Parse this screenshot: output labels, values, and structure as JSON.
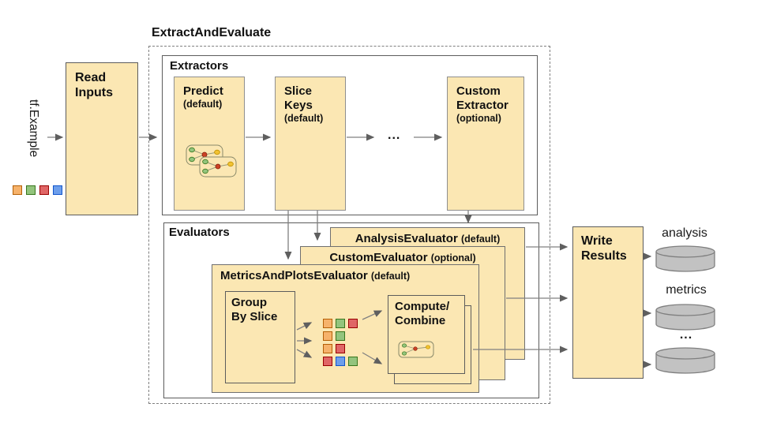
{
  "diagram": {
    "title": "ExtractAndEvaluate"
  },
  "input": {
    "label": "tf.Example",
    "squares": [
      "orange",
      "green",
      "red",
      "blue"
    ]
  },
  "read_inputs": {
    "line1": "Read",
    "line2": "Inputs"
  },
  "extractors": {
    "title": "Extractors",
    "predict": {
      "line1": "Predict",
      "qualifier": "(default)"
    },
    "slice_keys": {
      "line1": "Slice",
      "line2": "Keys",
      "qualifier": "(default)"
    },
    "ellipsis": "...",
    "custom_extractor": {
      "line1": "Custom",
      "line2": "Extractor",
      "qualifier": "(optional)"
    }
  },
  "evaluators": {
    "title": "Evaluators",
    "analysis_evaluator": {
      "name": "AnalysisEvaluator",
      "qualifier": "(default)"
    },
    "custom_evaluator": {
      "name": "CustomEvaluator",
      "qualifier": "(optional)"
    },
    "metrics_plots_evaluator": {
      "name": "MetricsAndPlotsEvaluator",
      "qualifier": "(default)"
    },
    "group_by_slice": {
      "line1": "Group",
      "line2": "By Slice"
    },
    "compute_combine": {
      "line1": "Compute/",
      "line2": "Combine"
    }
  },
  "write_results": {
    "line1": "Write",
    "line2": "Results"
  },
  "outputs": {
    "analysis_label": "analysis",
    "metrics_label": "metrics",
    "ellipsis": "..."
  },
  "slices": {
    "rows": [
      [
        "orange",
        "green",
        "red"
      ],
      [
        "orange",
        "green"
      ],
      [
        "orange",
        "red"
      ],
      [
        "red",
        "blue",
        "green"
      ]
    ]
  },
  "palette": {
    "orange": {
      "fill": "#F6B26B",
      "border": "#B45F06"
    },
    "green": {
      "fill": "#93C47D",
      "border": "#38761D"
    },
    "red": {
      "fill": "#E06666",
      "border": "#990000"
    },
    "blue": {
      "fill": "#6D9EEB",
      "border": "#1155CC"
    }
  },
  "colors": {
    "box_fill": "#FBE7B3",
    "box_border": "#8F8F8F",
    "container_border": "#5C5C5C",
    "arrow": "#808080",
    "cylinder_fill": "#C2C2C2",
    "cylinder_border": "#7F7F7F",
    "node_green": "#93C47D",
    "node_red": "#CC4125",
    "node_yellow": "#F1C232"
  }
}
